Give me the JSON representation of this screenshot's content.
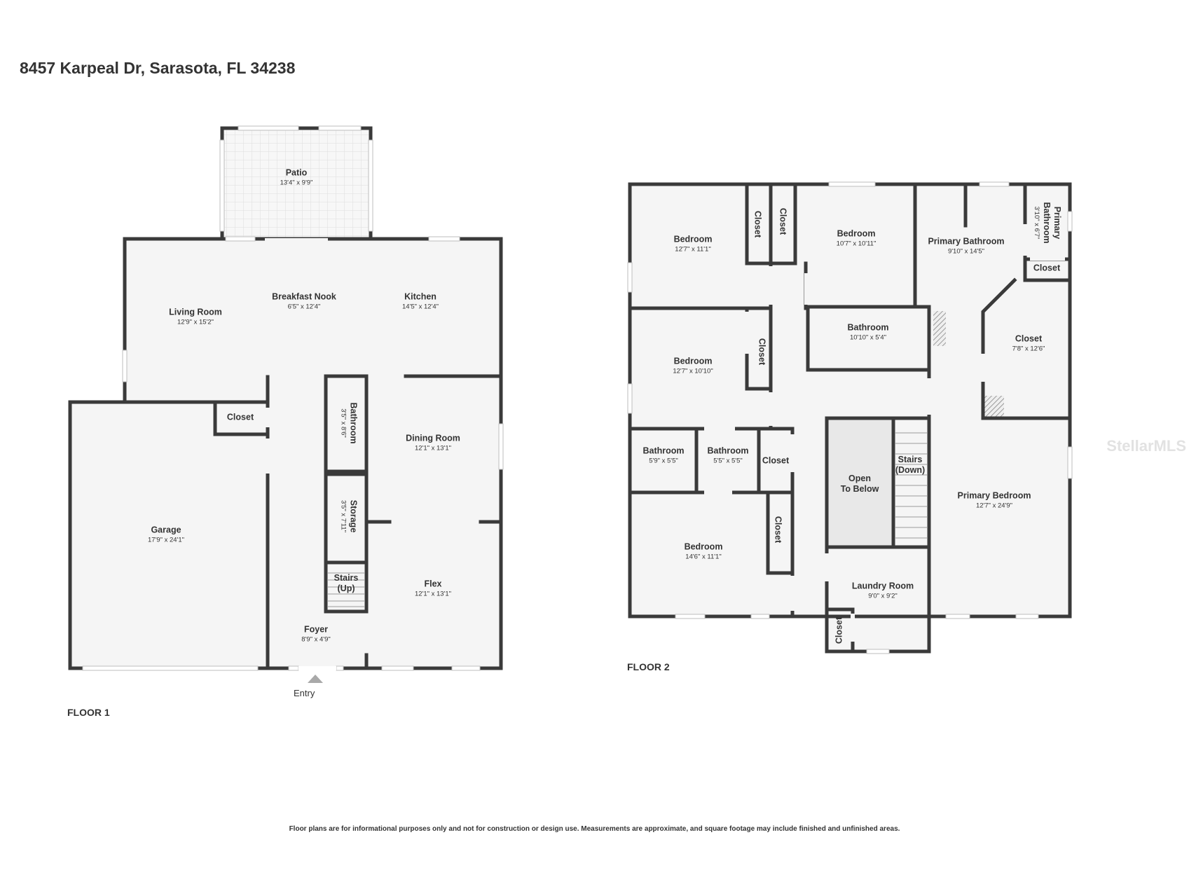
{
  "address": "8457 Karpeal Dr, Sarasota, FL 34238",
  "floor1_label": "FLOOR 1",
  "floor2_label": "FLOOR 2",
  "entry_label": "Entry",
  "disclaimer": "Floor plans are for informational purposes only and not for construction or design use. Measurements are approximate, and square footage may include finished and unfinished areas.",
  "watermark": "StellarMLS",
  "colors": {
    "wall": "#3a3a3a",
    "floor": "#f5f5f5",
    "open_below": "#e8e8e8",
    "window": "#ffffff"
  },
  "floor1_rooms": [
    {
      "name": "Patio",
      "dims": "13'4\" x 9'9\""
    },
    {
      "name": "Living Room",
      "dims": "12'9\" x 15'2\""
    },
    {
      "name": "Breakfast Nook",
      "dims": "6'5\" x 12'4\""
    },
    {
      "name": "Kitchen",
      "dims": "14'5\" x 12'4\""
    },
    {
      "name": "Closet",
      "dims": ""
    },
    {
      "name": "Bathroom",
      "dims": "3'5\" x 8'6\""
    },
    {
      "name": "Dining Room",
      "dims": "12'1\" x 13'1\""
    },
    {
      "name": "Storage",
      "dims": "3'5\" x 7'11\""
    },
    {
      "name": "Garage",
      "dims": "17'9\" x 24'1\""
    },
    {
      "name": "Stairs\n(Up)",
      "dims": ""
    },
    {
      "name": "Flex",
      "dims": "12'1\" x 13'1\""
    },
    {
      "name": "Foyer",
      "dims": "8'9\" x 4'9\""
    }
  ],
  "floor2_rooms": [
    {
      "name": "Bedroom",
      "dims": "12'7\" x 11'1\""
    },
    {
      "name": "Closet",
      "dims": ""
    },
    {
      "name": "Closet",
      "dims": ""
    },
    {
      "name": "Bedroom",
      "dims": "10'7\" x 10'11\""
    },
    {
      "name": "Primary Bathroom",
      "dims": "9'10\" x 14'5\""
    },
    {
      "name": "Primary\nBathroom",
      "dims": "3'10\" x 6'7\""
    },
    {
      "name": "Closet",
      "dims": ""
    },
    {
      "name": "Bathroom",
      "dims": "10'10\" x 5'4\""
    },
    {
      "name": "Bedroom",
      "dims": "12'7\" x 10'10\""
    },
    {
      "name": "Closet",
      "dims": ""
    },
    {
      "name": "Closet",
      "dims": "7'8\" x 12'6\""
    },
    {
      "name": "Bathroom",
      "dims": "5'9\" x 5'5\""
    },
    {
      "name": "Bathroom",
      "dims": "5'5\" x 5'5\""
    },
    {
      "name": "Closet",
      "dims": ""
    },
    {
      "name": "Open\nTo Below",
      "dims": ""
    },
    {
      "name": "Stairs\n(Down)",
      "dims": ""
    },
    {
      "name": "Primary Bedroom",
      "dims": "12'7\" x 24'9\""
    },
    {
      "name": "Bedroom",
      "dims": "14'6\" x 11'1\""
    },
    {
      "name": "Closet",
      "dims": ""
    },
    {
      "name": "Laundry Room",
      "dims": "9'0\" x 9'2\""
    },
    {
      "name": "Closet",
      "dims": ""
    }
  ]
}
